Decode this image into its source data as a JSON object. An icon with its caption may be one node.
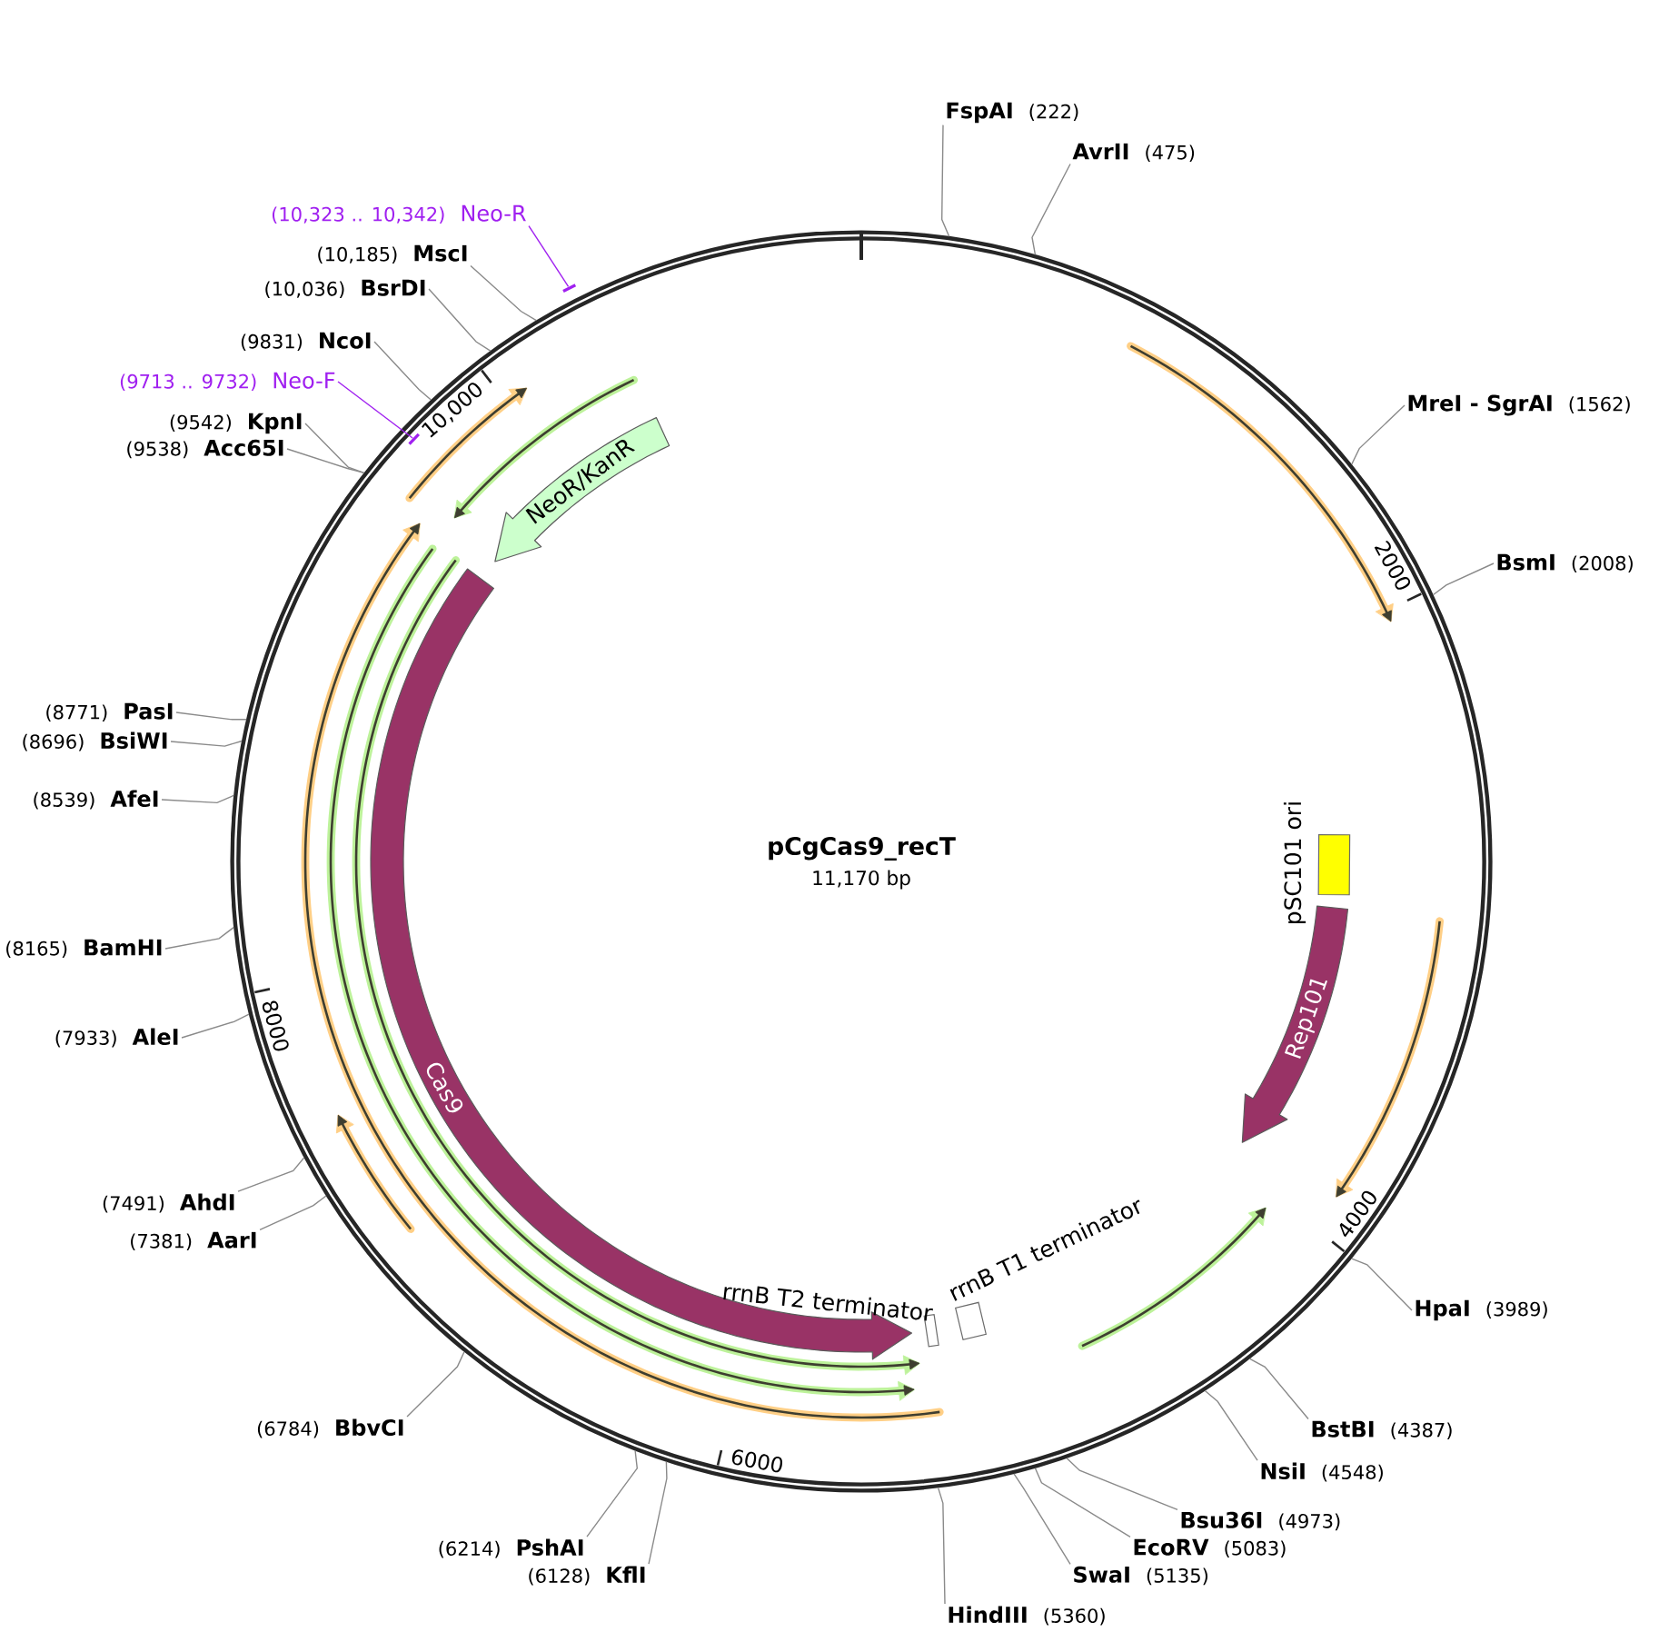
{
  "diagram": {
    "nodes": [
      {
        "text": [
          "pCgCas9_recT",
          "11,170 bp"
        ]
      },
      {
        "text": [
          "FspAI",
          "(222)"
        ]
      },
      {
        "text": [
          "AvrII",
          "(475)"
        ]
      },
      {
        "text": [
          "MreI - SgrAI",
          "(1562)"
        ]
      },
      {
        "text": [
          "BsmI",
          "(2008)"
        ]
      },
      {
        "text": [
          "HpaI",
          "(3989)"
        ]
      },
      {
        "text": [
          "BstBI",
          "(4387)"
        ]
      },
      {
        "text": [
          "NsiI",
          "(4548)"
        ]
      },
      {
        "text": [
          "Bsu36I",
          "(4973)"
        ]
      },
      {
        "text": [
          "EcoRV",
          "(5083)"
        ]
      },
      {
        "text": [
          "SwaI",
          "(5135)"
        ]
      },
      {
        "text": [
          "HindIII",
          "(5360)"
        ]
      },
      {
        "text": [
          "(6128)",
          "KflI"
        ]
      },
      {
        "text": [
          "(6214)",
          "PshAI"
        ]
      },
      {
        "text": [
          "(6784)",
          "BbvCI"
        ]
      },
      {
        "text": [
          "(7381)",
          "AarI"
        ]
      },
      {
        "text": [
          "(7491)",
          "AhdI"
        ]
      },
      {
        "text": [
          "(7933)",
          "AleI"
        ]
      },
      {
        "text": [
          "(8165)",
          "BamHI"
        ]
      },
      {
        "text": [
          "(8539)",
          "AfeI"
        ]
      },
      {
        "text": [
          "(8696)",
          "BsiWI"
        ]
      },
      {
        "text": [
          "(8771)",
          "PasI"
        ]
      },
      {
        "text": [
          "(9538)",
          "Acc65I"
        ]
      },
      {
        "text": [
          "(9542)",
          "KpnI"
        ]
      },
      {
        "text": [
          "(9713 .. 9732)",
          "Neo-F"
        ]
      },
      {
        "text": [
          "(9831)",
          "NcoI"
        ]
      },
      {
        "text": [
          "(10,036)",
          "BsrDI"
        ]
      },
      {
        "text": [
          "(10,185)",
          "MscI"
        ]
      },
      {
        "text": [
          "(10,323 .. 10,342)",
          "Neo-R"
        ]
      },
      {
        "text": [
          "NeoR/KanR"
        ],
        "in": 0
      },
      {
        "text": [
          "Cas9"
        ],
        "in": 0
      },
      {
        "text": [],
        "shape": "box",
        "in": 0,
        "beside": [
          "rrnB T2 terminator"
        ]
      },
      {
        "text": [],
        "shape": "box",
        "in": 0,
        "beside": [
          "rrnB T1 terminator"
        ]
      },
      {
        "text": [
          "Rep101"
        ],
        "in": 0
      },
      {
        "text": [],
        "shape": "box",
        "in": 0,
        "beside": [
          "pSC101 ori"
        ]
      },
      {
        "text": [],
        "shape": "bar",
        "in": 0
      },
      {
        "text": [],
        "shape": "bar"
      }
    ],
    "edges": [
      {
        "from": 1,
        "to": 0,
        "arrow": "none"
      },
      {
        "from": 2,
        "to": 0,
        "arrow": "none"
      },
      {
        "from": 3,
        "to": 0,
        "arrow": "none"
      },
      {
        "from": 4,
        "to": 0,
        "arrow": "none"
      },
      {
        "from": 5,
        "to": 0,
        "arrow": "none"
      },
      {
        "from": 6,
        "to": 0,
        "arrow": "none"
      },
      {
        "from": 7,
        "to": 0,
        "arrow": "none"
      },
      {
        "from": 8,
        "to": 0,
        "arrow": "none"
      },
      {
        "from": 9,
        "to": 0,
        "arrow": "none"
      },
      {
        "from": 10,
        "to": 0,
        "arrow": "none"
      },
      {
        "from": 11,
        "to": 0,
        "arrow": "none"
      },
      {
        "from": 12,
        "to": 0,
        "arrow": "none"
      },
      {
        "from": 13,
        "to": 0,
        "arrow": "none"
      },
      {
        "from": 14,
        "to": 0,
        "arrow": "none"
      },
      {
        "from": 15,
        "to": 0,
        "arrow": "none"
      },
      {
        "from": 16,
        "to": 0,
        "arrow": "none"
      },
      {
        "from": 17,
        "to": 0,
        "arrow": "none"
      },
      {
        "from": 18,
        "to": 0,
        "arrow": "none"
      },
      {
        "from": 19,
        "to": 0,
        "arrow": "none"
      },
      {
        "from": 20,
        "to": 0,
        "arrow": "none"
      },
      {
        "from": 21,
        "to": 0,
        "arrow": "none"
      },
      {
        "from": 22,
        "to": 0,
        "arrow": "none"
      },
      {
        "from": 23,
        "to": 0,
        "arrow": "none"
      },
      {
        "from": 24,
        "to": 35,
        "arrow": "none",
        "color": "#a020f0"
      },
      {
        "from": 25,
        "to": 0,
        "arrow": "none"
      },
      {
        "from": 26,
        "to": 0,
        "arrow": "none"
      },
      {
        "from": 27,
        "to": 0,
        "arrow": "none"
      },
      {
        "from": 28,
        "to": 36,
        "arrow": "none",
        "color": "#a020f0"
      }
    ],
    "labels": [
      "2000",
      "4000",
      "6000",
      "8000",
      "10,000"
    ]
  }
}
